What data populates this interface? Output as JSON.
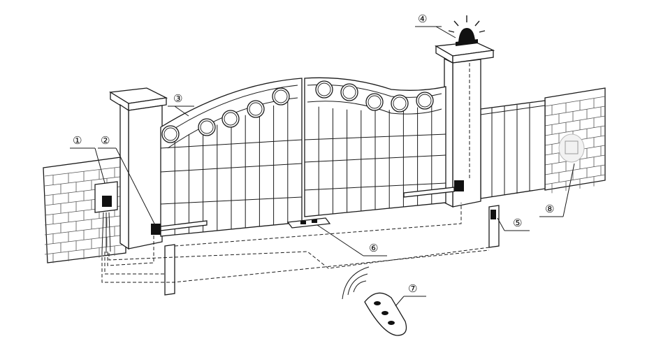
{
  "callouts": [
    {
      "id": "c1",
      "label": "①"
    },
    {
      "id": "c2",
      "label": "②"
    },
    {
      "id": "c3",
      "label": "③"
    },
    {
      "id": "c4",
      "label": "④"
    },
    {
      "id": "c5",
      "label": "⑤"
    },
    {
      "id": "c6",
      "label": "⑥"
    },
    {
      "id": "c7",
      "label": "⑦"
    },
    {
      "id": "c8",
      "label": "⑧"
    }
  ],
  "colors": {
    "ink": "#1a1a1a",
    "background": "#ffffff"
  }
}
